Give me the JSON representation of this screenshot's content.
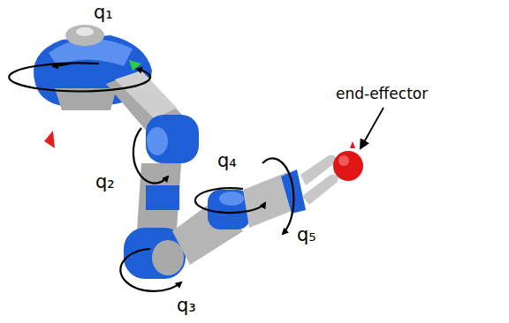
{
  "diagram": {
    "labels": [
      "q₁",
      "q₂",
      "q₃",
      "q₄",
      "q₅",
      "end-effector"
    ]
  }
}
